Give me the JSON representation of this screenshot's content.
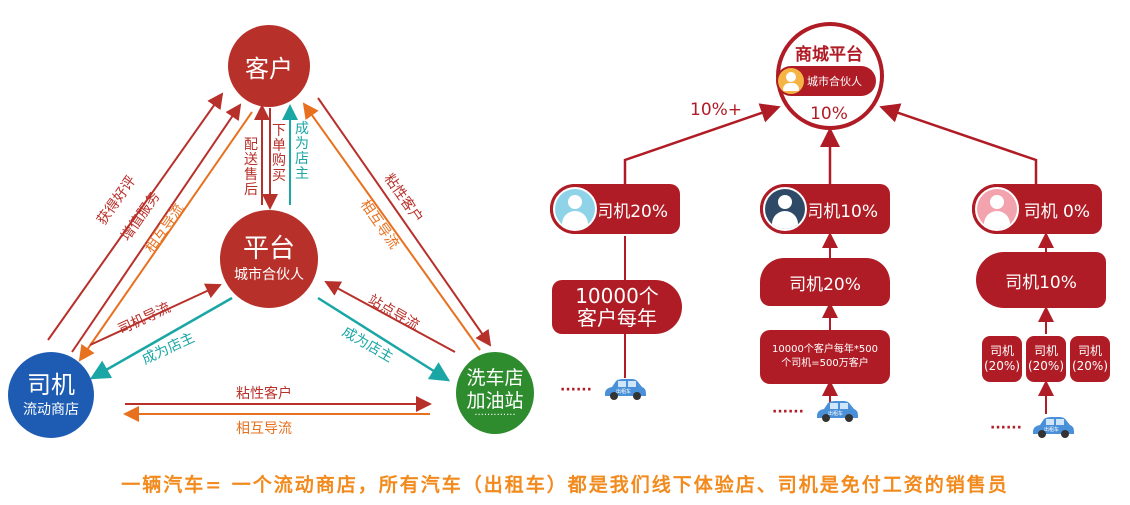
{
  "left": {
    "customer": "客户",
    "platform_title": "平台",
    "platform_sub": "城市合伙人",
    "driver_title": "司机",
    "driver_sub": "流动商店",
    "station_title": "洗车店",
    "station_sub": "加油站",
    "labels": {
      "order_buy": "下单购买",
      "delivery_aftersales": "配送售后",
      "become_owner_top": "成为店主",
      "earn_praise": "获得好评",
      "value_added": "增值服务",
      "mutual_left": "相互导流",
      "sticky_right": "粘性客户",
      "mutual_right": "相互导流",
      "driver_guide": "司机导流",
      "become_owner_left": "成为店主",
      "station_guide": "站点导流",
      "become_owner_right": "成为店主",
      "sticky_bottom": "粘性客户",
      "mutual_bottom": "相互导流"
    }
  },
  "right": {
    "mall": "商城平台",
    "mall_badge": "城市合伙人",
    "mall_pct": "10%",
    "left_pct": "10%+",
    "col1": {
      "driver": "司机20%",
      "box": "10000个\n客户每年"
    },
    "col2": {
      "driver": "司机10%",
      "mid": "司机20%",
      "box": "10000个客户每年*500\n个司机=500万客户"
    },
    "col3": {
      "driver": "司机 0%",
      "mid": "司机10%",
      "s1": "司机\n(20%)",
      "s2": "司机\n(20%)",
      "s3": "司机\n(20%)"
    },
    "dots": "······",
    "car_sign": "出租车"
  },
  "footer": "一辆汽车= 一个流动商店，所有汽车（出租车）都是我们线下体验店、司机是免付工资的销售员",
  "colors": {
    "red": "#b8302a",
    "orange": "#e8711f",
    "teal": "#1ba6a6",
    "blue": "#1e5cb3",
    "green": "#2e8b2e"
  }
}
